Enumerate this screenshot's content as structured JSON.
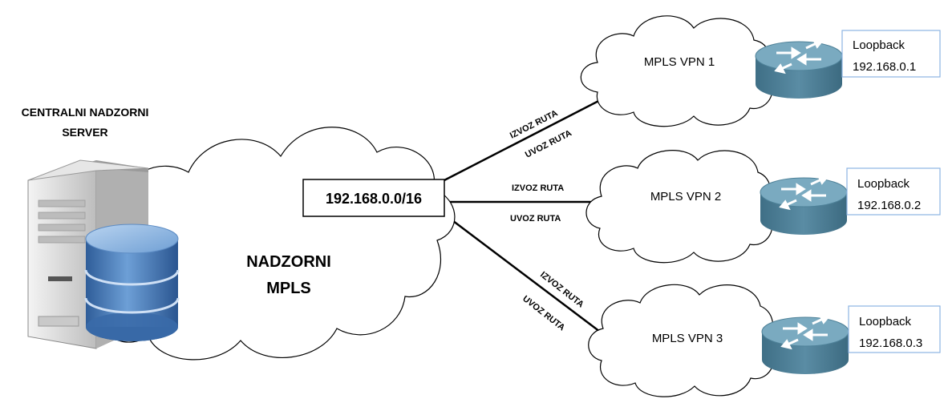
{
  "server": {
    "title_line1": "CENTRALNI NADZORNI",
    "title_line2": "SERVER"
  },
  "main_cloud": {
    "label_line1": "NADZORNI",
    "label_line2": "MPLS",
    "network": "192.168.0.0/16"
  },
  "links": {
    "vpn1": {
      "export": "IZVOZ  RUTA",
      "import": "UVOZ  RUTA"
    },
    "vpn2": {
      "export": "IZVOZ  RUTA",
      "import": "UVOZ  RUTA"
    },
    "vpn3": {
      "export": "IZVOZ  RUTA",
      "import": "UVOZ  RUTA"
    }
  },
  "vpns": [
    {
      "name": "MPLS VPN 1",
      "loopback_label": "Loopback",
      "loopback_ip": "192.168.0.1"
    },
    {
      "name": "MPLS VPN 2",
      "loopback_label": "Loopback",
      "loopback_ip": "192.168.0.2"
    },
    {
      "name": "MPLS VPN 3",
      "loopback_label": "Loopback",
      "loopback_ip": "192.168.0.3"
    }
  ],
  "colors": {
    "router_body": "#4f8299",
    "router_top": "#6a9cb2",
    "database_blue": "#3a6aa8",
    "server_gray": "#d9d9d9"
  }
}
